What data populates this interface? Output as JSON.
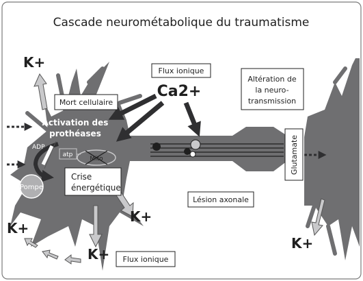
{
  "title": "Cascade neurométabolique du traumatisme",
  "labels": {
    "k_plus_top_left": "K+",
    "flux_ionique_top": "Flux ionique",
    "ca2": "Ca2+",
    "mort_cellulaire": "Mort cellulaire",
    "activation_1": "Activation des",
    "activation_2": "prothéases",
    "adp": "ADP",
    "atp": "atp",
    "mito": "Mito",
    "pompe": "Pompe",
    "crise_1": "Crise",
    "crise_2": "énergétique",
    "k_plus_mid": "K+",
    "k_plus_bottom_left": "K+",
    "k_plus_bottom": "K+",
    "flux_ionique_bottom": "Flux ionique",
    "lesion_axonale": "Lésion axonale",
    "alteration_1": "Altération de",
    "alteration_2": "la neuro-",
    "alteration_3": "transmission",
    "glutamate": "Glutamate",
    "k_plus_right": "K+"
  },
  "colors": {
    "neuron": "#6f6f71",
    "arrow_light": "#c9c9cb",
    "arrow_dark": "#2f2f31",
    "text": "#1f1f1f",
    "box_fill": "#ffffff",
    "frame": "#7a7a7a"
  }
}
